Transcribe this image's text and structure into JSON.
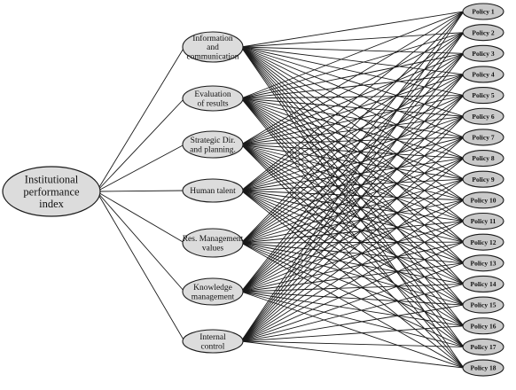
{
  "root": {
    "label_lines": [
      "Institutional",
      "performance",
      "index"
    ]
  },
  "dimensions": [
    {
      "label_lines": [
        "Information",
        "and",
        "communication"
      ]
    },
    {
      "label_lines": [
        "Evaluation",
        "of results"
      ]
    },
    {
      "label_lines": [
        "Strategic Dir.",
        "and planning."
      ]
    },
    {
      "label_lines": [
        "Human talent"
      ]
    },
    {
      "label_lines": [
        "Res. Management",
        "values"
      ]
    },
    {
      "label_lines": [
        "Knowledge",
        "management"
      ]
    },
    {
      "label_lines": [
        "Internal",
        "control"
      ]
    }
  ],
  "policies": [
    "Policy 1",
    "Policy 2",
    "Policy 3",
    "Policy 4",
    "Policy 5",
    "Policy 6",
    "Policy 7",
    "Policy 8",
    "Policy 9",
    "Policy 10",
    "Policy 11",
    "Policy 12",
    "Policy 13",
    "Policy 14",
    "Policy 15",
    "Policy 16",
    "Policy 17",
    "Policy 18"
  ],
  "colors": {
    "node_fill": "#dcdcdc",
    "policy_fill": "#c9c9c9",
    "stroke": "#1a1a1a"
  }
}
